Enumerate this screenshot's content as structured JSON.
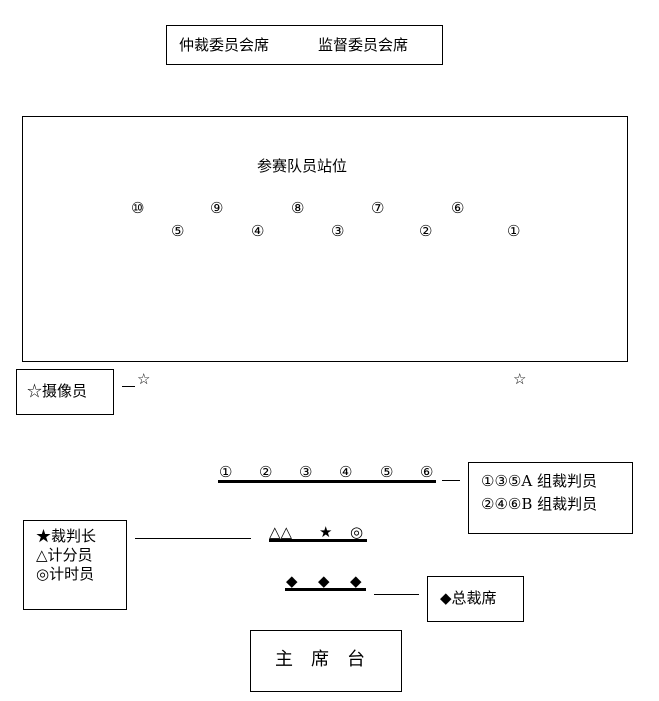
{
  "top_box": {
    "arbitration": "仲裁委员会席",
    "supervision": "监督委员会席"
  },
  "field": {
    "title": "参赛队员站位",
    "row1": [
      "⑩",
      "⑨",
      "⑧",
      "⑦",
      "⑥"
    ],
    "row2": [
      "⑤",
      "④",
      "③",
      "②",
      "①"
    ]
  },
  "camera": {
    "label": "☆摄像员",
    "star": "☆"
  },
  "judges": {
    "numbers": [
      "①",
      "②",
      "③",
      "④",
      "⑤",
      "⑥"
    ],
    "legend": [
      "①③⑤A 组裁判员",
      "②④⑥B 组裁判员"
    ]
  },
  "officials": {
    "marks": [
      "△△",
      "★",
      "◎"
    ],
    "legend": [
      "★裁判长",
      "△计分员",
      "◎计时员"
    ]
  },
  "chief": {
    "marks": [
      "◆",
      "◆",
      "◆"
    ],
    "label": "◆总裁席"
  },
  "main_stage": {
    "label": "主　席　台"
  }
}
